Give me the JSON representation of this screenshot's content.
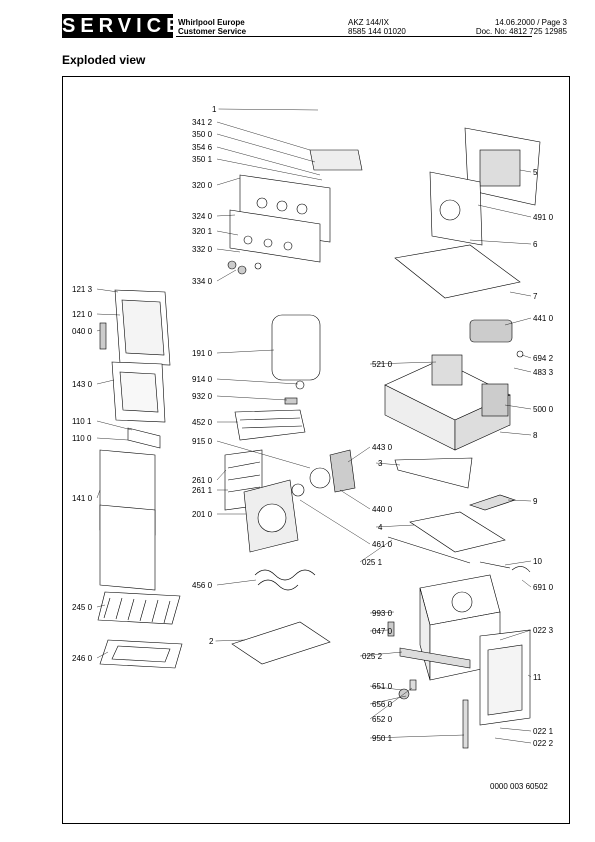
{
  "header": {
    "service": "SERVICE",
    "company": "Whirlpool Europe",
    "department": "Customer Service",
    "model": "AKZ 144/IX",
    "code": "8585 144 01020",
    "date_page": "14.06.2000 / Page 3",
    "doc_no": "Doc. No: 4812 725 12985"
  },
  "title": "Exploded view",
  "drawing_number": "0000 003 60502",
  "labels": [
    "1",
    "341 2",
    "350 0",
    "354 6",
    "350 1",
    "320 0",
    "324 0",
    "320 1",
    "332 0",
    "334 0",
    "121 3",
    "121 0",
    "040 0",
    "143 0",
    "110 1",
    "110 0",
    "141 0",
    "245 0",
    "246 0",
    "191 0",
    "914 0",
    "932 0",
    "452 0",
    "915 0",
    "261 0",
    "261 1",
    "201 0",
    "456 0",
    "2",
    "443 0",
    "440 0",
    "461 0",
    "3",
    "4",
    "025 1",
    "993 0",
    "047 0",
    "025 2",
    "651 0",
    "656 0",
    "652 0",
    "950 1",
    "5",
    "491 0",
    "6",
    "7",
    "441 0",
    "694 2",
    "521 0",
    "483 3",
    "500 0",
    "8",
    "9",
    "10",
    "691 0",
    "022 3",
    "11",
    "022 1",
    "022 2"
  ]
}
